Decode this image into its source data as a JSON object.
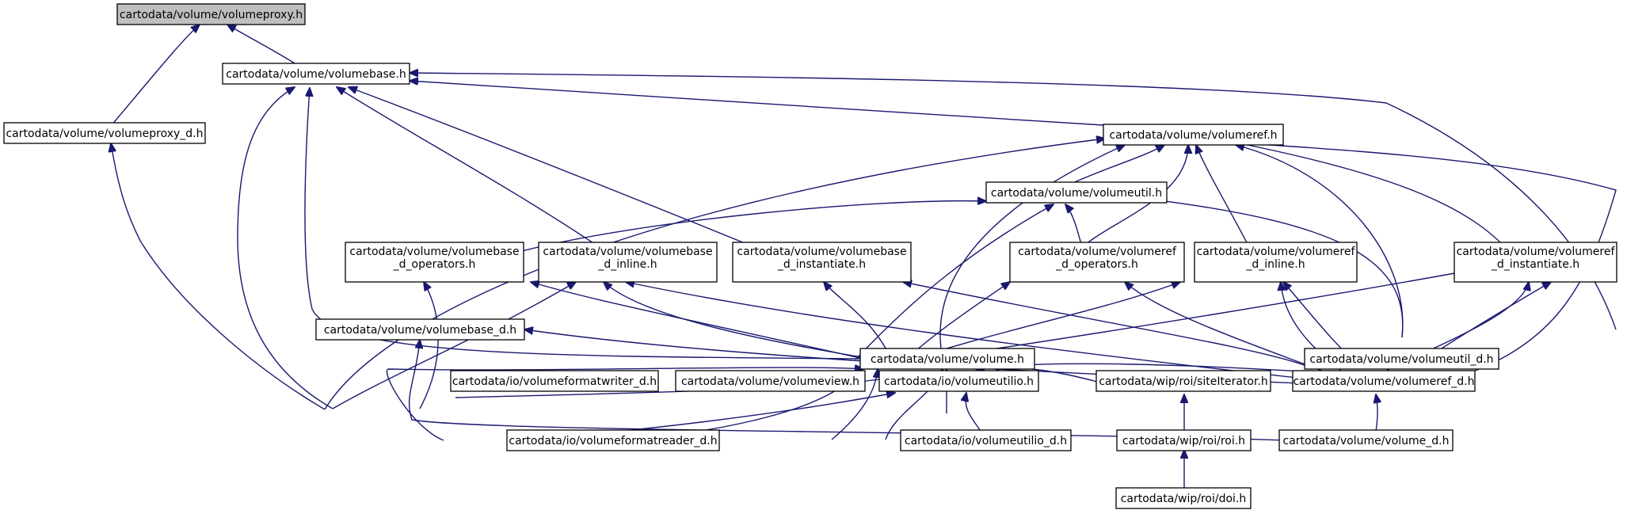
{
  "graph": {
    "colors": {
      "edge": "#191970",
      "root_fill": "#bfbfbf",
      "node_fill": "#ffffff",
      "node_border": "#000000"
    },
    "nodes": [
      {
        "id": "volumeproxy_h",
        "lines": [
          "cartodata/volume/volumeproxy.h"
        ],
        "root": true
      },
      {
        "id": "volumebase_h",
        "lines": [
          "cartodata/volume/volumebase.h"
        ]
      },
      {
        "id": "volumeproxy_d_h",
        "lines": [
          "cartodata/volume/volumeproxy_d.h"
        ]
      },
      {
        "id": "volumeref_h",
        "lines": [
          "cartodata/volume/volumeref.h"
        ]
      },
      {
        "id": "volumeutil_h",
        "lines": [
          "cartodata/volume/volumeutil.h"
        ]
      },
      {
        "id": "volumebase_d_operators_h",
        "lines": [
          "cartodata/volume/volumebase",
          "_d_operators.h"
        ]
      },
      {
        "id": "volumebase_d_inline_h",
        "lines": [
          "cartodata/volume/volumebase",
          "_d_inline.h"
        ]
      },
      {
        "id": "volumebase_d_instantiate_h",
        "lines": [
          "cartodata/volume/volumebase",
          "_d_instantiate.h"
        ]
      },
      {
        "id": "volumeref_d_operators_h",
        "lines": [
          "cartodata/volume/volumeref",
          "_d_operators.h"
        ]
      },
      {
        "id": "volumeref_d_inline_h",
        "lines": [
          "cartodata/volume/volumeref",
          "_d_inline.h"
        ]
      },
      {
        "id": "volumeref_d_instantiate_h",
        "lines": [
          "cartodata/volume/volumeref",
          "_d_instantiate.h"
        ]
      },
      {
        "id": "volumebase_d_h",
        "lines": [
          "cartodata/volume/volumebase_d.h"
        ]
      },
      {
        "id": "volume_h",
        "lines": [
          "cartodata/volume/volume.h"
        ]
      },
      {
        "id": "volumeutil_d_h",
        "lines": [
          "cartodata/volume/volumeutil_d.h"
        ]
      },
      {
        "id": "volumeformatwriter_d_h",
        "lines": [
          "cartodata/io/volumeformatwriter_d.h"
        ]
      },
      {
        "id": "volumeview_h",
        "lines": [
          "cartodata/volume/volumeview.h"
        ]
      },
      {
        "id": "volumeutilio_h",
        "lines": [
          "cartodata/io/volumeutilio.h"
        ]
      },
      {
        "id": "siteIterator_h",
        "lines": [
          "cartodata/wip/roi/siteIterator.h"
        ]
      },
      {
        "id": "volumeref_d_h",
        "lines": [
          "cartodata/volume/volumeref_d.h"
        ]
      },
      {
        "id": "volumeformatreader_d_h",
        "lines": [
          "cartodata/io/volumeformatreader_d.h"
        ]
      },
      {
        "id": "volumeutilio_d_h",
        "lines": [
          "cartodata/io/volumeutilio_d.h"
        ]
      },
      {
        "id": "roi_h",
        "lines": [
          "cartodata/wip/roi/roi.h"
        ]
      },
      {
        "id": "volume_d_h",
        "lines": [
          "cartodata/volume/volume_d.h"
        ]
      },
      {
        "id": "doi_h",
        "lines": [
          "cartodata/wip/roi/doi.h"
        ]
      }
    ]
  }
}
